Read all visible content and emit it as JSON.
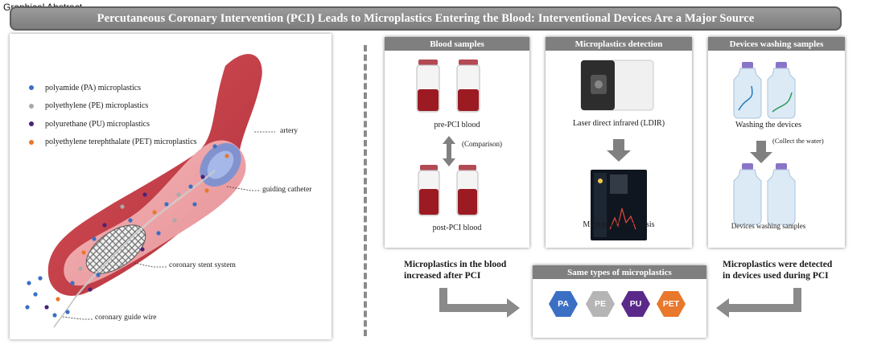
{
  "corner_label": "Graphical Abstract",
  "title": "Percutaneous Coronary Intervention (PCI) Leads to Microplastics Entering the Blood: Interventional Devices Are a Major Source",
  "colors": {
    "PA": "#3a6fc4",
    "PE": "#a9a9a9",
    "PU": "#4b2378",
    "PET": "#e8782c",
    "header": "#7f7f7f"
  },
  "legend": [
    {
      "key": "PA",
      "label": "polyamide (PA) microplastics",
      "color": "#3a6fc4"
    },
    {
      "key": "PE",
      "label": "polyethylene (PE) microplastics",
      "color": "#a9a9a9"
    },
    {
      "key": "PU",
      "label": "polyurethane (PU) microplastics",
      "color": "#4b2378"
    },
    {
      "key": "PET",
      "label": "polyethylene terephthalate (PET) microplastics",
      "color": "#e8782c"
    }
  ],
  "vessel_annotations": {
    "artery": "artery",
    "catheter": "guiding catheter",
    "stent": "coronary stent system",
    "wire": "coronary guide wire"
  },
  "blood": {
    "header": "Blood samples",
    "pre": "pre-PCI blood",
    "comparison": "(Comparison)",
    "post": "post-PCI blood"
  },
  "detection": {
    "header": "Microplastics detection",
    "instrument": "Laser direct infrared (LDIR)",
    "analysis": "Microplastics analysis"
  },
  "washing": {
    "header": "Devices washing samples",
    "washing": "Washing the devices",
    "collect": "(Collect the water)",
    "samples": "Devices washing samples"
  },
  "notes": {
    "left_line1": "Microplastics in the blood",
    "left_line2": "increased after PCI",
    "right_line1": "Microplastics were detected",
    "right_line2": "in devices used during PCI"
  },
  "same_types": {
    "header": "Same types of microplastics",
    "items": [
      {
        "label": "PA",
        "color": "#3a6fc4"
      },
      {
        "label": "PE",
        "color": "#b5b5b5"
      },
      {
        "label": "PU",
        "color": "#5a2a8a"
      },
      {
        "label": "PET",
        "color": "#e8782c"
      }
    ]
  }
}
